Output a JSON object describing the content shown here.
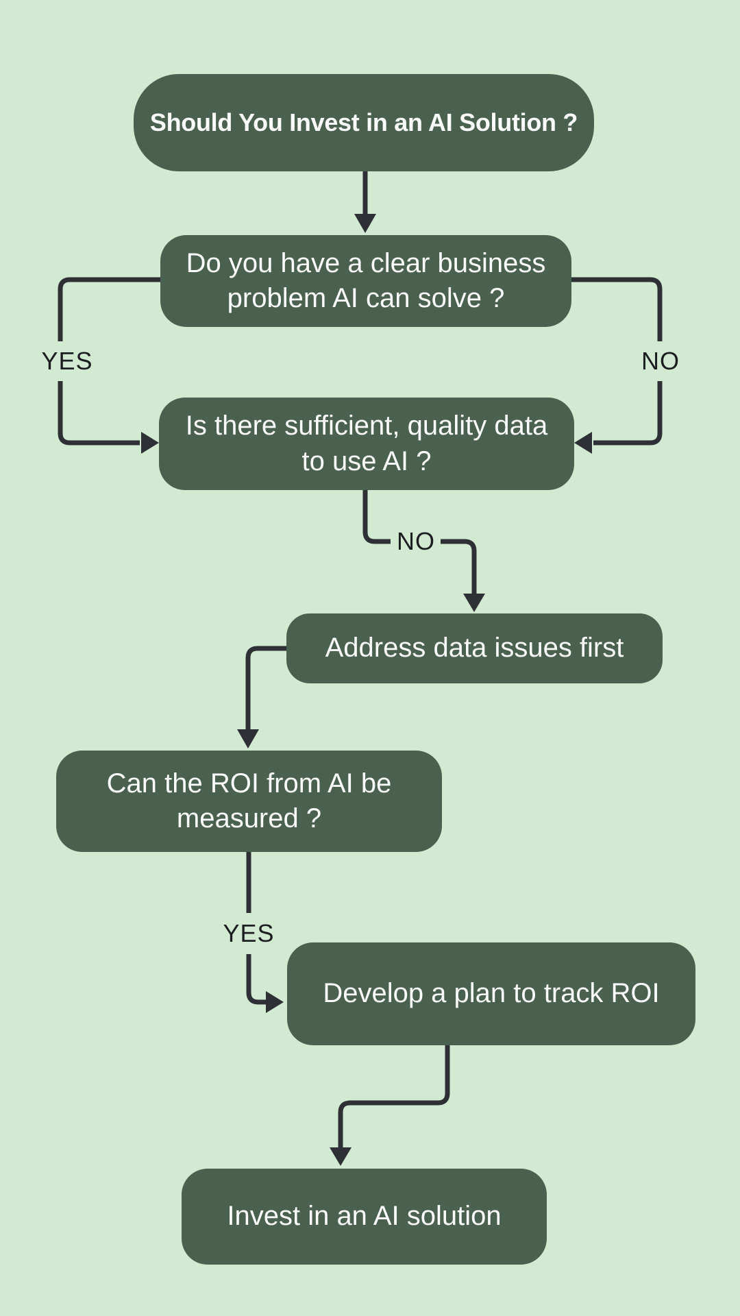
{
  "colors": {
    "background": "#d2e9d2",
    "node_fill": "#4a614f",
    "node_text": "#fcfcfc",
    "connector": "#2e3036",
    "label_text": "#1b1d21"
  },
  "flowchart": {
    "title": "Should You Invest in an AI Solution ?",
    "nodes": {
      "q_business_problem": "Do you have a clear business\nproblem AI can solve ?",
      "q_data_quality": "Is there sufficient, quality data\nto use AI ?",
      "action_fix_data": "Address data issues first",
      "q_roi_measurable": "Can the ROI from AI be\nmeasured ?",
      "action_roi_plan": "Develop a plan to track ROI",
      "end_invest": "Invest in an AI solution"
    },
    "edge_labels": {
      "yes_business_problem": "YES",
      "no_business_problem": "NO",
      "no_data_quality": "NO",
      "yes_roi_measurable": "YES"
    }
  }
}
